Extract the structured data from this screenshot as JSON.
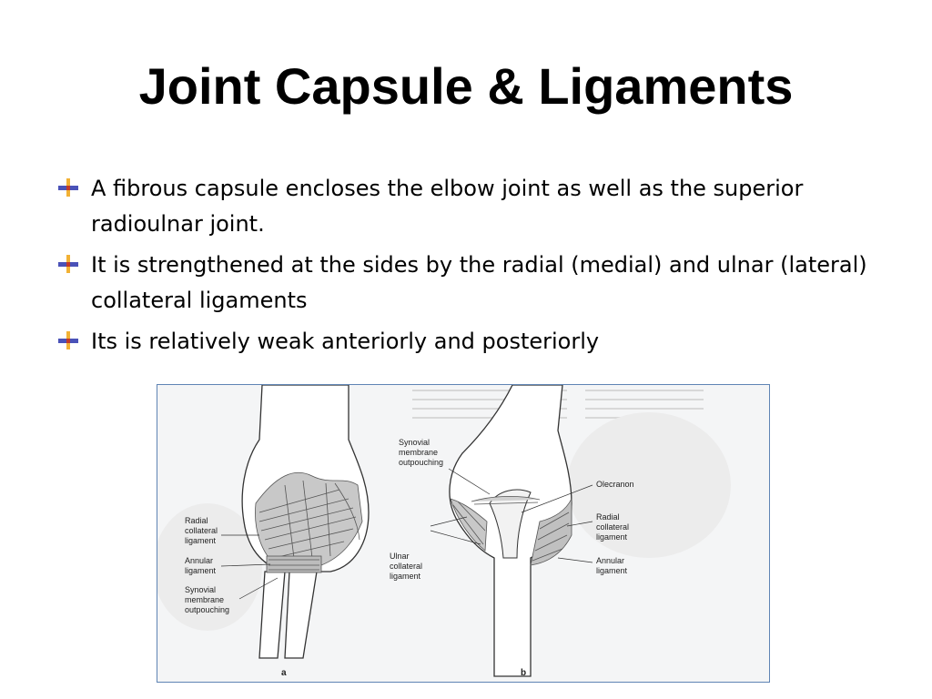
{
  "slide": {
    "title": "Joint Capsule & Ligaments",
    "bullets": [
      "A fibrous capsule encloses the elbow joint as well as the superior radioulnar joint.",
      "It is strengthened at the sides by the radial (medial) and ulnar (lateral) collateral ligaments",
      "Its is relatively weak anteriorly and posteriorly"
    ]
  },
  "figure": {
    "left_labels": {
      "radial": [
        "Radial",
        "collateral",
        "ligament"
      ],
      "annular": [
        "Annular",
        "ligament"
      ],
      "synovial": [
        "Synovial",
        "membrane",
        "outpouching"
      ]
    },
    "center_labels": {
      "synovial": [
        "Synovial",
        "membrane",
        "outpouching"
      ],
      "ulnar": [
        "Ulnar",
        "collateral",
        "ligament"
      ]
    },
    "right_labels": {
      "olecranon": [
        "Olecranon"
      ],
      "radial": [
        "Radial",
        "collateral",
        "ligament"
      ],
      "annular": [
        "Annular",
        "ligament"
      ]
    },
    "panel_a": "a",
    "panel_b": "b"
  },
  "colors": {
    "bullet_icon": "#4a52b8",
    "figure_border": "#5f84b4"
  }
}
